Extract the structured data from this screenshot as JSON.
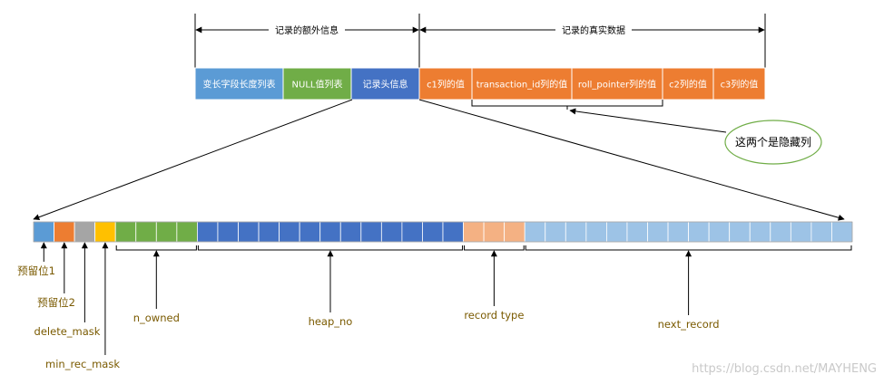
{
  "top_braces": {
    "extra_info": "记录的额外信息",
    "real_data": "记录的真实数据"
  },
  "top_row": [
    {
      "label": "变长字段长度列表",
      "color": "#5b9bd5"
    },
    {
      "label": "NULL值列表",
      "color": "#70ad47"
    },
    {
      "label": "记录头信息",
      "color": "#4472c4"
    },
    {
      "label": "c1列的值",
      "color": "#ed7d31"
    },
    {
      "label": "transaction_id列的值",
      "color": "#ed7d31"
    },
    {
      "label": "roll_pointer列的值",
      "color": "#ed7d31"
    },
    {
      "label": "c2列的值",
      "color": "#ed7d31"
    },
    {
      "label": "c3列的值",
      "color": "#ed7d31"
    }
  ],
  "callout": {
    "text": "这两个是隐藏列"
  },
  "bit_fields": [
    {
      "label": "预留位1",
      "bits": 1,
      "color": "#5b9bd5"
    },
    {
      "label": "预留位2",
      "bits": 1,
      "color": "#ed7d31"
    },
    {
      "label": "delete_mask",
      "bits": 1,
      "color": "#a5a5a5"
    },
    {
      "label": "min_rec_mask",
      "bits": 1,
      "color": "#ffc000"
    },
    {
      "label": "n_owned",
      "bits": 4,
      "color": "#70ad47"
    },
    {
      "label": "heap_no",
      "bits": 13,
      "color": "#4472c4"
    },
    {
      "label": "record type",
      "bits": 3,
      "color": "#f4b183"
    },
    {
      "label": "next_record",
      "bits": 16,
      "color": "#9dc3e6"
    }
  ],
  "watermark": "https://blog.csdn.net/MAYHENG"
}
